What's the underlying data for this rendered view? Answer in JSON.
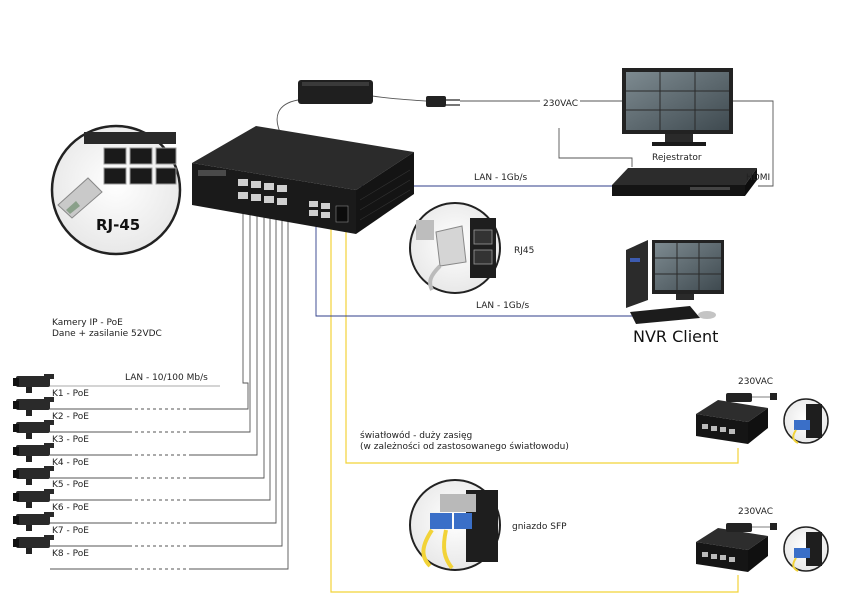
{
  "labels": {
    "power_230_top": "230VAC",
    "rejestrator": "Rejestrator",
    "hdmi": "HDMI",
    "lan_1gb_top": "LAN - 1Gb/s",
    "rj45_callout": "RJ-45",
    "rj45_small": "RJ45",
    "lan_1gb_nvr": "LAN - 1Gb/s",
    "nvr_client": "NVR Client",
    "kamery_line1": "Kamery IP - PoE",
    "kamery_line2": "Dane + zasilanie 52VDC",
    "lan_100": "LAN - 10/100 Mb/s",
    "power_230_mid": "230VAC",
    "fiber_line1": "światłowód - duży zasięg",
    "fiber_line2": "(w zależności od zastosowanego światłowodu)",
    "sfp_socket": "gniazdo SFP",
    "power_230_bottom": "230VAC"
  },
  "cameras": [
    {
      "label": "K1 - PoE"
    },
    {
      "label": "K2 - PoE"
    },
    {
      "label": "K3 - PoE"
    },
    {
      "label": "K4 - PoE"
    },
    {
      "label": "K5 - PoE"
    },
    {
      "label": "K6 - PoE"
    },
    {
      "label": "K7 - PoE"
    },
    {
      "label": "K8 - PoE"
    }
  ],
  "colors": {
    "fiber": "#f2d338",
    "lan": "#2f3d8a",
    "cable": "#555555",
    "device": "#1c1c1c"
  },
  "icons": [
    "power-adapter-icon",
    "power-plug-icon",
    "poe-switch-icon",
    "monitor-icon",
    "nvr-recorder-icon",
    "computer-icon",
    "ip-camera-icon",
    "sfp-module-icon"
  ]
}
